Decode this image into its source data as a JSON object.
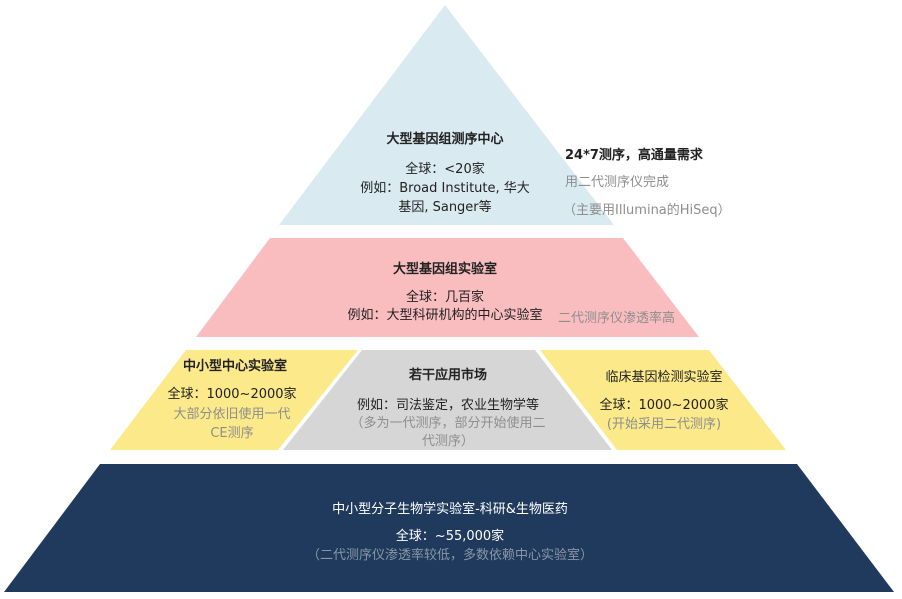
{
  "colors": {
    "tier1": "#d9eaf1",
    "tier2": "#f9bdbf",
    "tier3_side": "#fbe98a",
    "tier3_mid": "#d6d6d6",
    "tier4": "#1f3a5c"
  },
  "tier1": {
    "title": "大型基因组测序中心",
    "count": "全球：<20家",
    "example_1": "例如：Broad Institute, 华大",
    "example_2": "基因, Sanger等"
  },
  "tier1_note": {
    "line1": "24*7测序，高通量需求",
    "line2": "用二代测序仪完成",
    "line3": "（主要用Illumina的HiSeq）"
  },
  "tier2": {
    "title": "大型基因组实验室",
    "count": "全球：几百家",
    "example": "例如：大型科研机构的中心实验室",
    "note": "二代测序仪渗透率高"
  },
  "tier3_left": {
    "title": "中小型中心实验室",
    "count": "全球：1000~2000家",
    "note_1": "大部分依旧使用一代",
    "note_2": "CE测序"
  },
  "tier3_mid": {
    "title": "若干应用市场",
    "example": "例如：司法鉴定，农业生物学等",
    "note_1": "（多为一代测序，部分开始使用二",
    "note_2": "代测序）"
  },
  "tier3_right": {
    "title": "临床基因检测实验室",
    "count": "全球：1000~2000家",
    "note": "(开始采用二代测序)"
  },
  "tier4": {
    "title": "中小型分子生物学实验室-科研&生物医药",
    "count": "全球：~55,000家",
    "note": "（二代测序仪渗透率较低，多数依赖中心实验室）"
  }
}
